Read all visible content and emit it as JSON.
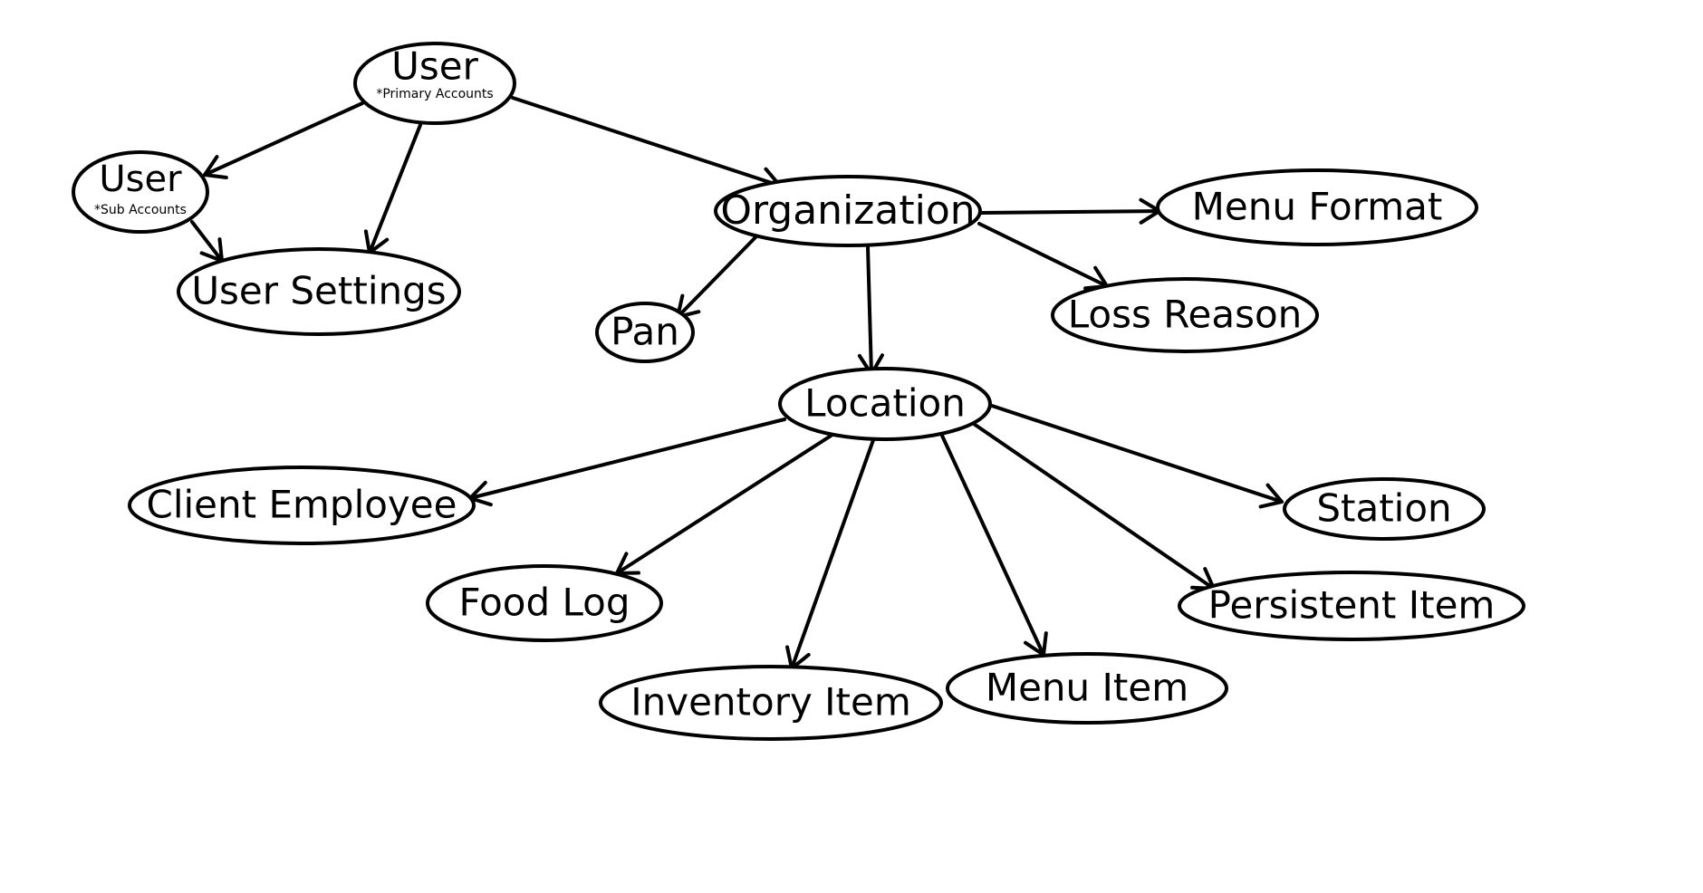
{
  "nodes": [
    {
      "id": "user-primary",
      "label": "User",
      "sublabel": "*Primary Accounts"
    },
    {
      "id": "user-sub",
      "label": "User",
      "sublabel": "*Sub Accounts"
    },
    {
      "id": "user-settings",
      "label": "User Settings"
    },
    {
      "id": "organization",
      "label": "Organization"
    },
    {
      "id": "menu-format",
      "label": "Menu Format"
    },
    {
      "id": "pan",
      "label": "Pan"
    },
    {
      "id": "loss-reason",
      "label": "Loss Reason"
    },
    {
      "id": "location",
      "label": "Location"
    },
    {
      "id": "client-employee",
      "label": "Client Employee"
    },
    {
      "id": "station",
      "label": "Station"
    },
    {
      "id": "food-log",
      "label": "Food Log"
    },
    {
      "id": "persistent-item",
      "label": "Persistent Item"
    },
    {
      "id": "inventory-item",
      "label": "Inventory Item"
    },
    {
      "id": "menu-item",
      "label": "Menu Item"
    }
  ],
  "edges": [
    {
      "from": "user-primary",
      "to": "user-sub"
    },
    {
      "from": "user-primary",
      "to": "user-settings"
    },
    {
      "from": "user-primary",
      "to": "organization"
    },
    {
      "from": "user-sub",
      "to": "user-settings"
    },
    {
      "from": "organization",
      "to": "menu-format"
    },
    {
      "from": "organization",
      "to": "pan"
    },
    {
      "from": "organization",
      "to": "loss-reason"
    },
    {
      "from": "organization",
      "to": "location"
    },
    {
      "from": "location",
      "to": "client-employee"
    },
    {
      "from": "location",
      "to": "food-log"
    },
    {
      "from": "location",
      "to": "inventory-item"
    },
    {
      "from": "location",
      "to": "menu-item"
    },
    {
      "from": "location",
      "to": "persistent-item"
    },
    {
      "from": "location",
      "to": "station"
    }
  ]
}
